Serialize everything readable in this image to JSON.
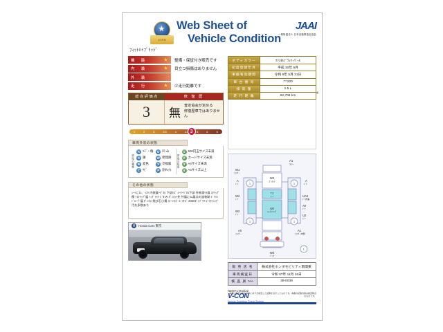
{
  "header": {
    "title_line1": "Web Sheet of",
    "title_line2": "Vehicle Condition",
    "emblem_text": "JCRN",
    "org_mark": "JAAI",
    "org_sub": "一般財団法人 日本自動車査定協会",
    "model_name": "ﾌｨｯﾄﾊｲﾌﾞﾘｯﾄﾞ"
  },
  "ratings": [
    {
      "label": "機 能",
      "stars": "★",
      "comment": "整備・保証付き販売です"
    },
    {
      "label": "内 装",
      "stars": "★",
      "comment": "目立つ損傷はありません"
    },
    {
      "label": "外 装",
      "stars": "",
      "comment": ""
    },
    {
      "label": "走 行",
      "stars": "★",
      "comment": "少走行距離です"
    }
  ],
  "total": {
    "head_score": "総合評価点",
    "head_repair": "修 復 歴",
    "score": "3",
    "repair_kanji": "無",
    "repair_note_line1": "査定協会が定める",
    "repair_note_line2": "修復歴車ではありません",
    "scale_marker": "3",
    "scale_ticks": [
      "1",
      "2",
      "3",
      "3.5",
      "4",
      "4.5",
      "5",
      "6",
      "S"
    ]
  },
  "spec": {
    "rows": [
      {
        "key": "ボディカラー",
        "value": "ｸﾘｽﾀﾙﾌﾞﾗｯｸ･ﾊﾟｰﾙ"
      },
      {
        "key": "初度登録年月",
        "value": "平成 30年 5月"
      },
      {
        "key": "車検有効期間",
        "value": "令和 9年 5月 21日"
      },
      {
        "key": "車 台 番 号",
        "value": "***200"
      },
      {
        "key": "排 気 量",
        "value": "1.5 L"
      },
      {
        "key": "走 行 距 離",
        "value": "62,708 km"
      }
    ]
  },
  "legend": {
    "section_title": "車両外装の状態",
    "left_vlabel": "損傷の種類",
    "right_vlabel": "損傷の程度",
    "damage_types": [
      {
        "code": "A",
        "label": "ｷｽﾞ・傷"
      },
      {
        "code": "U",
        "label": "凹 み"
      },
      {
        "code": "S",
        "label": "錆"
      },
      {
        "code": "W",
        "label": "修理跡"
      },
      {
        "code": "B",
        "label": "変色"
      },
      {
        "code": "X",
        "label": "交換鈑"
      },
      {
        "code": "C",
        "label": "ｻﾋﾞ"
      },
      {
        "code": "P",
        "label": "割れ穴"
      }
    ],
    "damage_sizes": [
      {
        "code": "1",
        "label": "500円玉サイズ未満"
      },
      {
        "code": "2",
        "label": "カードサイズ未満"
      },
      {
        "code": "3",
        "label": "A4サイズ未満"
      },
      {
        "code": "4",
        "label": "A4サイズ以上"
      }
    ]
  },
  "comments": {
    "section_title": "その他の状態",
    "body": "ｼｰﾄにｽﾚ、ﾍｺﾘ 内装展ｰﾊﾟﾈﾙ 下部ｷｽﾞ ﾒｰﾀｰﾊﾟﾈﾙ下部 外装淵ﾘﾔ展 ｽｸﾘｯﾌﾟ傷 ｲｽｸﾘｯﾌﾟ展 ﾍｯﾄﾞﾗｲﾄくすみ ﾎﾞﾝﾈｯﾄ先 外展にﾙﾑ展点の塗装跡 ﾄﾞｱﾊﾝﾄﾞﾙｰﾌﾟ展 ﾎﾞﾝﾈｯﾄ飛び石小傷 ｽﾄｰﾝｷｽﾞ ﾙｰﾌｷｽﾞ 2020ﾀﾞｲﾌﾞﾘﾂ ﾙｰﾌﾗｲﾆﾝｸﾞ 汚れ多数あり"
  },
  "photo": {
    "dealer_banner": "Honda Cars 東京",
    "alt": "black-compact-car"
  },
  "diagram": {
    "markers": [
      {
        "id": "A1",
        "sub": "ﾌﾛﾝﾄ"
      },
      {
        "id": "W2",
        "sub": "ﾎﾞﾝﾈｯﾄ"
      },
      {
        "id": "T2",
        "sub": "ﾙｰﾌ"
      },
      {
        "id": "U0",
        "sub": "ﾙｰﾌﾗｲﾆﾝｸﾞ"
      },
      {
        "id": "W1",
        "sub": "ﾌｪﾝﾀﾞｰ"
      },
      {
        "id": "A",
        "sub": "ﾄﾞｱ"
      },
      {
        "id": "W2",
        "sub": "ﾄﾞｱ"
      },
      {
        "id": "W2",
        "sub": "ﾄﾞｱ"
      },
      {
        "id": "A",
        "sub": "ﾄﾞｱ"
      },
      {
        "id": "UA0",
        "sub": "ﾄﾞｱ内張"
      },
      {
        "id": "A0",
        "sub": "ﾄﾞｱ"
      },
      {
        "id": "U2",
        "sub": "ﾄﾞｱ"
      },
      {
        "id": "A1",
        "sub": "ﾌｪﾝﾀﾞｰ内側"
      },
      {
        "id": "A0",
        "sub": "ﾌｪﾝﾀﾞｰ"
      },
      {
        "id": "W2",
        "sub": "ﾊﾞｯｸ"
      }
    ],
    "circles": [
      "1",
      "1",
      "1",
      "1",
      "1",
      "1",
      "L"
    ]
  },
  "dealer": {
    "rows": [
      {
        "key": "販 売 店 名",
        "value": "株式会社ホンダモビリティ南関東"
      },
      {
        "key": "車両検査日",
        "value": "令和 07年 11月 16日"
      },
      {
        "key": "検 査 員 No",
        "value": "38-0039"
      }
    ]
  },
  "footer": {
    "code": "N38071-002222",
    "brand": "V-CON",
    "brand_sub": "Vehicle Condition Check System",
    "note": "本書は査定協会の基準に基づき検査した結果を表示したものです。本書の記載内容は検査時点のものです。"
  }
}
